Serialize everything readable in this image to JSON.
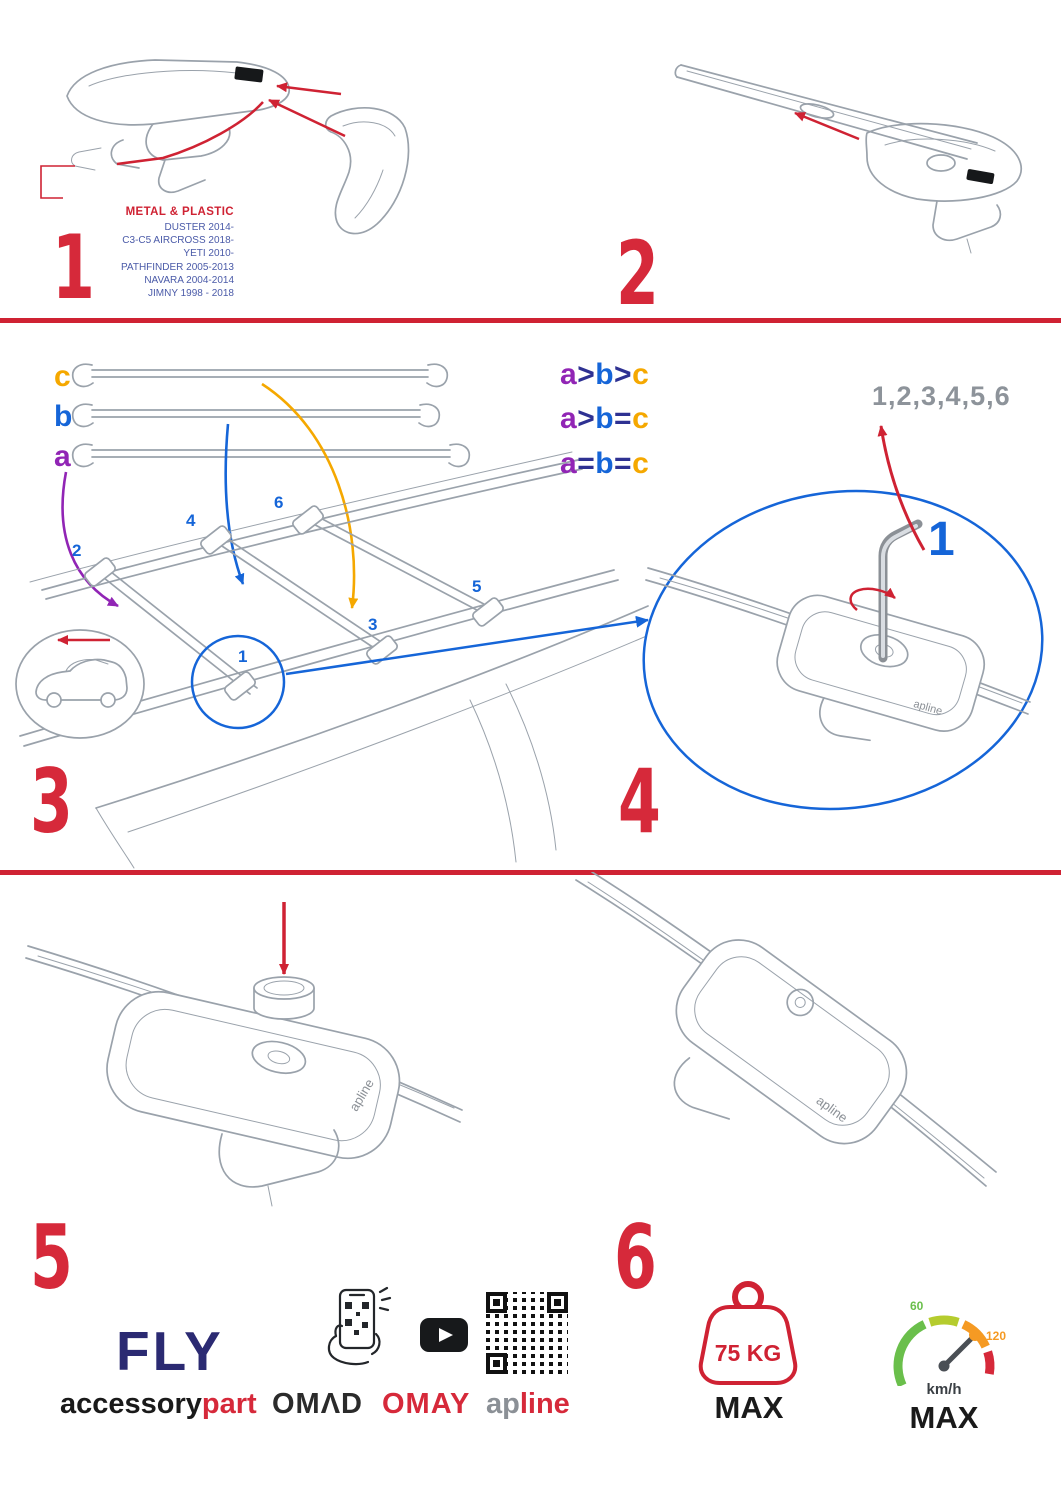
{
  "colors": {
    "accent_red": "#cf2233",
    "step_number_red": "#d6293a",
    "label_a_purple": "#9125b5",
    "label_b_blue": "#1565d8",
    "label_c_orange": "#f5a800",
    "operator_navy": "#2e3192",
    "sequence_gray": "#8d939a",
    "brand_navy": "#2b2a72"
  },
  "steps": {
    "s1": {
      "number": "1",
      "material_label": "METAL & PLASTIC",
      "models": [
        "DUSTER 2014-",
        "C3-C5 AIRCROSS 2018-",
        "YETI 2010-",
        "PATHFINDER 2005-2013",
        "NAVARA 2004-2014",
        "JIMNY 1998 - 2018"
      ]
    },
    "s2": {
      "number": "2"
    },
    "s3": {
      "number": "3",
      "bar_labels": {
        "a": "a",
        "b": "b",
        "c": "c"
      },
      "rules": [
        {
          "a": "a",
          "op1": ">",
          "b": "b",
          "op2": ">",
          "c": "c"
        },
        {
          "a": "a",
          "op1": ">",
          "b": "b",
          "op2": "=",
          "c": "c"
        },
        {
          "a": "a",
          "op1": "=",
          "b": "b",
          "op2": "=",
          "c": "c"
        }
      ],
      "positions": [
        "1",
        "2",
        "3",
        "4",
        "5",
        "6"
      ]
    },
    "s4": {
      "number": "4",
      "tighten_sequence": "1,2,3,4,5,6",
      "first_position": "1"
    },
    "s5": {
      "number": "5"
    },
    "s6": {
      "number": "6"
    }
  },
  "brand_marks": {
    "product_logo": "apline"
  },
  "footer": {
    "fly": "FLY",
    "accessory": "accessory",
    "part": "part",
    "omad": "OMΛD",
    "omay": "OMAY",
    "apline_ap": "ap",
    "apline_line": "line",
    "weight_value": "75 KG",
    "weight_max": "MAX",
    "speed_low": "60",
    "speed_high": "120",
    "speed_unit": "km/h",
    "speed_max": "MAX"
  }
}
